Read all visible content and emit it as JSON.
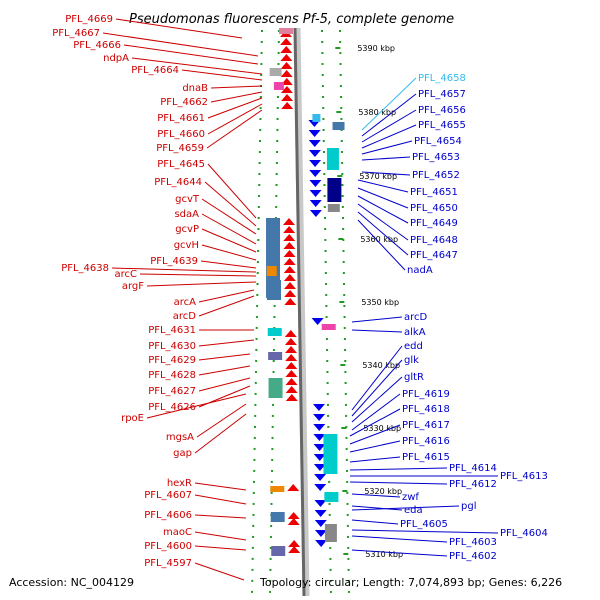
{
  "title": "Pseudomonas fluorescens Pf-5, complete genome",
  "footer": {
    "accession": "Accession: NC_004129",
    "topology": "Topology: circular; Length: 7,074,893 bp; Genes: 6,226"
  },
  "colors": {
    "forward": "#cc0000",
    "reverse": "#0000cc",
    "highlight": "#33bbee"
  },
  "kbp_marks": [
    "5390 kbp",
    "5380 kbp",
    "5370 kbp",
    "5360 kbp",
    "5350 kbp",
    "5340 kbp",
    "5330 kbp",
    "5320 kbp",
    "5310 kbp"
  ],
  "left_genes": [
    "PFL_4669",
    "PFL_4667",
    "PFL_4666",
    "ndpA",
    "PFL_4664",
    "dnaB",
    "PFL_4662",
    "PFL_4661",
    "PFL_4660",
    "PFL_4659",
    "PFL_4645",
    "PFL_4644",
    "gcvT",
    "sdaA",
    "gcvP",
    "gcvH",
    "PFL_4639",
    "PFL_4638",
    "arcC",
    "argF",
    "arcA",
    "arcD",
    "PFL_4631",
    "PFL_4630",
    "PFL_4629",
    "PFL_4628",
    "PFL_4627",
    "PFL_4626",
    "rpoE",
    "mgsA",
    "gap",
    "hexR",
    "PFL_4607",
    "PFL_4606",
    "maoC",
    "PFL_4600",
    "PFL_4597"
  ],
  "right_genes": [
    "PFL_4658",
    "PFL_4657",
    "PFL_4656",
    "PFL_4655",
    "PFL_4654",
    "PFL_4653",
    "PFL_4652",
    "PFL_4651",
    "PFL_4650",
    "PFL_4649",
    "PFL_4648",
    "PFL_4647",
    "nadA",
    "arcD",
    "alkA",
    "edd",
    "glk",
    "gltR",
    "PFL_4619",
    "PFL_4618",
    "PFL_4617",
    "PFL_4616",
    "PFL_4615",
    "PFL_4614",
    "PFL_4613",
    "PFL_4612",
    "zwf",
    "eda",
    "pgl",
    "PFL_4605",
    "PFL_4604",
    "PFL_4603",
    "PFL_4602"
  ],
  "highlighted_gene": "PFL_4658"
}
